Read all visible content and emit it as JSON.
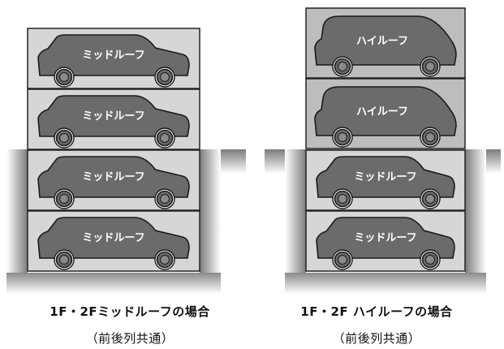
{
  "diagrams": [
    {
      "id": "left",
      "caption_line1": "1F・2Fミッドルーフの場合",
      "caption_line2": "（前後列共通）",
      "slots": [
        {
          "label": "ミッドルーフ",
          "roof": "mid"
        },
        {
          "label": "ミッドルーフ",
          "roof": "mid"
        },
        {
          "label": "ミッドルーフ",
          "roof": "mid"
        },
        {
          "label": "ミッドルーフ",
          "roof": "mid"
        }
      ]
    },
    {
      "id": "right",
      "caption_line1": "1F・2F ハイルーフの場合",
      "caption_line2": "（前後列共通）",
      "slots": [
        {
          "label": "ハイルーフ",
          "roof": "high"
        },
        {
          "label": "ハイルーフ",
          "roof": "high"
        },
        {
          "label": "ミッドルーフ",
          "roof": "mid"
        },
        {
          "label": "ミッドルーフ",
          "roof": "mid"
        }
      ]
    }
  ],
  "colors": {
    "car_fill": "#6b6b6b",
    "car_stroke": "#1a1a1a",
    "slot_fill_mid": "#d6d6d6",
    "slot_fill_high": "#bdbdbd",
    "pit_dark": "#808080",
    "label_text": "#ffffff"
  }
}
